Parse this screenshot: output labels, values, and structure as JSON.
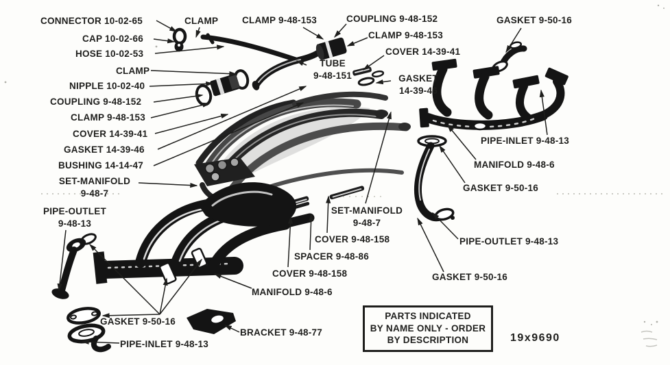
{
  "doc": {
    "ink_color": "#1e1e1c",
    "bg_color": "#fdfdfb",
    "plate_number": "19x9690",
    "note_box": {
      "line1": "PARTS INDICATED",
      "line2": "BY NAME ONLY - ORDER",
      "line3": "BY DESCRIPTION"
    }
  },
  "labels": {
    "connector": "CONNECTOR 10-02-65",
    "cap": "CAP 10-02-66",
    "hose": "HOSE 10-02-53",
    "clamp": "CLAMP",
    "nipple": "NIPPLE 10-02-40",
    "coupling": "COUPLING 9-48-152",
    "clamp_153": "CLAMP 9-48-153",
    "cover_41": "COVER 14-39-41",
    "gasket_46": "GASKET 14-39-46",
    "gasket_46_stacked": "GASKET\n14-39-46",
    "bushing": "BUSHING 14-14-47",
    "set_manifold_stacked": "SET-MANIFOLD\n9-48-7",
    "pipe_outlet_stacked": "PIPE-OUTLET\n9-48-13",
    "tube_stacked": "TUBE\n9-48-151",
    "gasket_50": "GASKET 9-50-16",
    "pipe_inlet": "PIPE-INLET 9-48-13",
    "manifold": "MANIFOLD 9-48-6",
    "pipe_outlet": "PIPE-OUTLET 9-48-13",
    "cover_158": "COVER 9-48-158",
    "spacer": "SPACER 9-48-86",
    "bracket": "BRACKET 9-48-77"
  }
}
